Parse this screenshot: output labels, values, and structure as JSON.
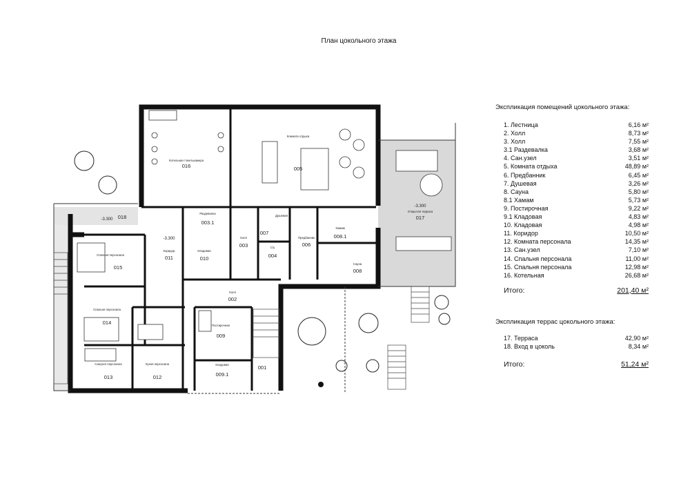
{
  "title": "План цокольного этажа",
  "rooms": [
    {
      "id": "boiler",
      "label": "Котельная / вентькамера",
      "num": "016"
    },
    {
      "id": "lounge",
      "label": "Комната отдыха",
      "num": "005"
    },
    {
      "id": "terrace",
      "label": "Открытая терраса",
      "num": "017",
      "level": "-3.300"
    },
    {
      "id": "entry",
      "label": "",
      "num": "018",
      "level": "-3.300"
    },
    {
      "id": "corridor",
      "label": "Коридор",
      "num": "011",
      "level": "-3.300"
    },
    {
      "id": "cloak",
      "label": "Раздевалка",
      "num": "003.1"
    },
    {
      "id": "pantry010",
      "label": "Кладовая",
      "num": "010"
    },
    {
      "id": "hall003",
      "label": "Холл",
      "num": "003"
    },
    {
      "id": "shower",
      "label": "Душевая",
      "num": "007"
    },
    {
      "id": "wc004",
      "label": "С/у",
      "num": "004"
    },
    {
      "id": "anteroom",
      "label": "Предбанник",
      "num": "006"
    },
    {
      "id": "hamam",
      "label": "Хамам",
      "num": "008.1"
    },
    {
      "id": "sauna",
      "label": "Сауна",
      "num": "008"
    },
    {
      "id": "bed015",
      "label": "Спальня персонала",
      "num": "015"
    },
    {
      "id": "bed014",
      "label": "Спальня персонала",
      "num": "014"
    },
    {
      "id": "bath013",
      "label": "Санузел персонала",
      "num": "013"
    },
    {
      "id": "kitchen",
      "label": "Кухня персонала",
      "num": "012"
    },
    {
      "id": "hall002",
      "label": "Холл",
      "num": "002"
    },
    {
      "id": "laundry",
      "label": "Постирочная",
      "num": "009"
    },
    {
      "id": "pantry091",
      "label": "Кладовая",
      "num": "009.1"
    },
    {
      "id": "stairs",
      "label": "",
      "num": "001"
    }
  ],
  "legend": {
    "rooms_title": "Экспликация помещений цокольного этажа:",
    "rooms": [
      {
        "name": "1. Лестница",
        "area": "6,16 м²"
      },
      {
        "name": "2. Холл",
        "area": "8,73 м²"
      },
      {
        "name": "3. Холл",
        "area": "7,55 м²"
      },
      {
        "name": "3.1 Раздевалка",
        "area": "3,68 м²"
      },
      {
        "name": "4. Сан.узел",
        "area": "3,51 м²"
      },
      {
        "name": "5. Комната отдыха",
        "area": "48,89 м²"
      },
      {
        "name": "6. Предбанник",
        "area": "6,45 м²"
      },
      {
        "name": "7. Душевая",
        "area": "3,26 м²"
      },
      {
        "name": "8. Сауна",
        "area": "5,80 м²"
      },
      {
        "name": "8.1 Хамам",
        "area": "5,73 м²"
      },
      {
        "name": "9. Постирочная",
        "area": "9,22 м²"
      },
      {
        "name": "9.1 Кладовая",
        "area": "4,83 м²"
      },
      {
        "name": "10. Кладовая",
        "area": "4,98 м²"
      },
      {
        "name": "11. Коридор",
        "area": "10,50 м²"
      },
      {
        "name": "12. Комната персонала",
        "area": "14,35 м²"
      },
      {
        "name": "13. Сан.узел",
        "area": "7,10 м²"
      },
      {
        "name": "14. Спальня персонала",
        "area": "11,00 м²"
      },
      {
        "name": "15. Спальня персонала",
        "area": "12,98 м²"
      },
      {
        "name": "16. Котельная",
        "area": "26,68 м²"
      }
    ],
    "rooms_total_label": "Итого:",
    "rooms_total": "201,40 м²",
    "terraces_title": "Экспликация террас цокольного этажа:",
    "terraces": [
      {
        "name": "17. Терраса",
        "area": "42,90 м²"
      },
      {
        "name": "18. Вход в цоколь",
        "area": "8,34 м²"
      }
    ],
    "terraces_total_label": "Итого:",
    "terraces_total": "51,24 м²"
  }
}
